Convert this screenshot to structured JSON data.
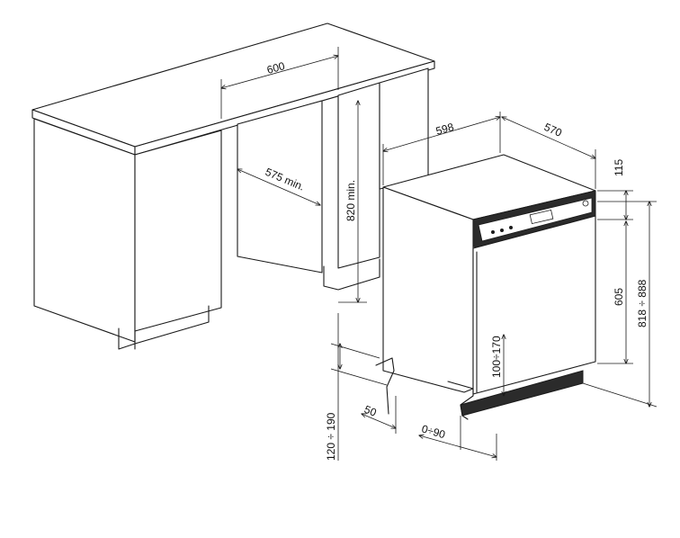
{
  "dimensions": {
    "worktop_width": "600",
    "niche_depth_min": "575 min.",
    "niche_height_min": "820 min.",
    "appliance_width": "598",
    "appliance_depth": "570",
    "panel_height": "115",
    "door_height": "605",
    "total_height_range": "818 ÷ 888",
    "plinth_adjust": "100÷170",
    "feet_height_range": "120 ÷ 190",
    "plinth_setback": "50",
    "door_offset_range": "0÷90"
  },
  "colors": {
    "line": "#1a1a1a",
    "panel": "#2b2b2b",
    "background": "#ffffff"
  }
}
